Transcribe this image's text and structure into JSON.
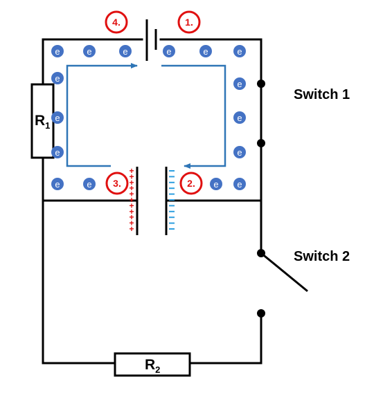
{
  "labels": {
    "r1": "R",
    "r1_sub": "1",
    "r2": "R",
    "r2_sub": "2",
    "switch1": "Switch 1",
    "switch2": "Switch 2"
  },
  "steps": [
    "4.",
    "1.",
    "3.",
    "2."
  ],
  "electron_symbol": "e",
  "plate_charges": {
    "positive": "+",
    "negative": "-"
  },
  "colors": {
    "wire": "#000000",
    "electron": "#4472c4",
    "electron_text": "#ffffff",
    "current_arrow": "#2e75b6",
    "step_circle": "#e01010",
    "positive_charge": "#e01010",
    "negative_charge": "#2e9fe0"
  }
}
